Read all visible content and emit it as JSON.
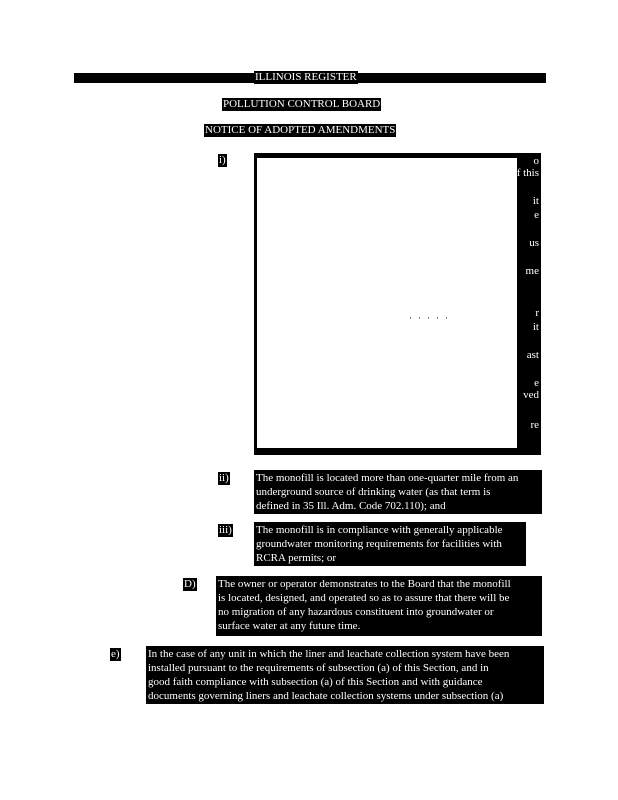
{
  "header": {
    "register": "ILLINOIS REGISTER",
    "board": "POLLUTION CONTROL BOARD",
    "notice": "NOTICE OF ADOPTED AMENDMENTS"
  },
  "subsection_i": {
    "label": "i)",
    "fragments": [
      "o",
      "f this",
      "it",
      "e",
      "",
      "us",
      "me",
      "r",
      "it",
      "ast",
      "e",
      "ved",
      "re"
    ]
  },
  "subsection_ii": {
    "label": "ii)",
    "lines": [
      "The monofill is located more than one-quarter mile from an",
      "underground source of drinking water (as that term is",
      "defined in 35 Ill. Adm. Code 702.110); and"
    ]
  },
  "subsection_iii": {
    "label": "iii)",
    "lines": [
      "The monofill is in compliance with generally applicable",
      "groundwater monitoring requirements for facilities with",
      "RCRA permits; or"
    ]
  },
  "subsection_D": {
    "label": "D)",
    "lines": [
      "The owner or operator demonstrates to the Board that the monofill",
      "is located, designed, and operated so as to assure that there will be",
      "no migration of any hazardous constituent into groundwater or",
      "surface water at any future time."
    ]
  },
  "subsection_e": {
    "label": "e)",
    "lines": [
      "In the case of any unit in which the liner and leachate collection system have been",
      "installed pursuant to the requirements of subsection (a) of this Section, and in",
      "good faith compliance with subsection (a) of this Section and with guidance",
      "documents governing liners and leachate collection systems under subsection (a)"
    ]
  }
}
